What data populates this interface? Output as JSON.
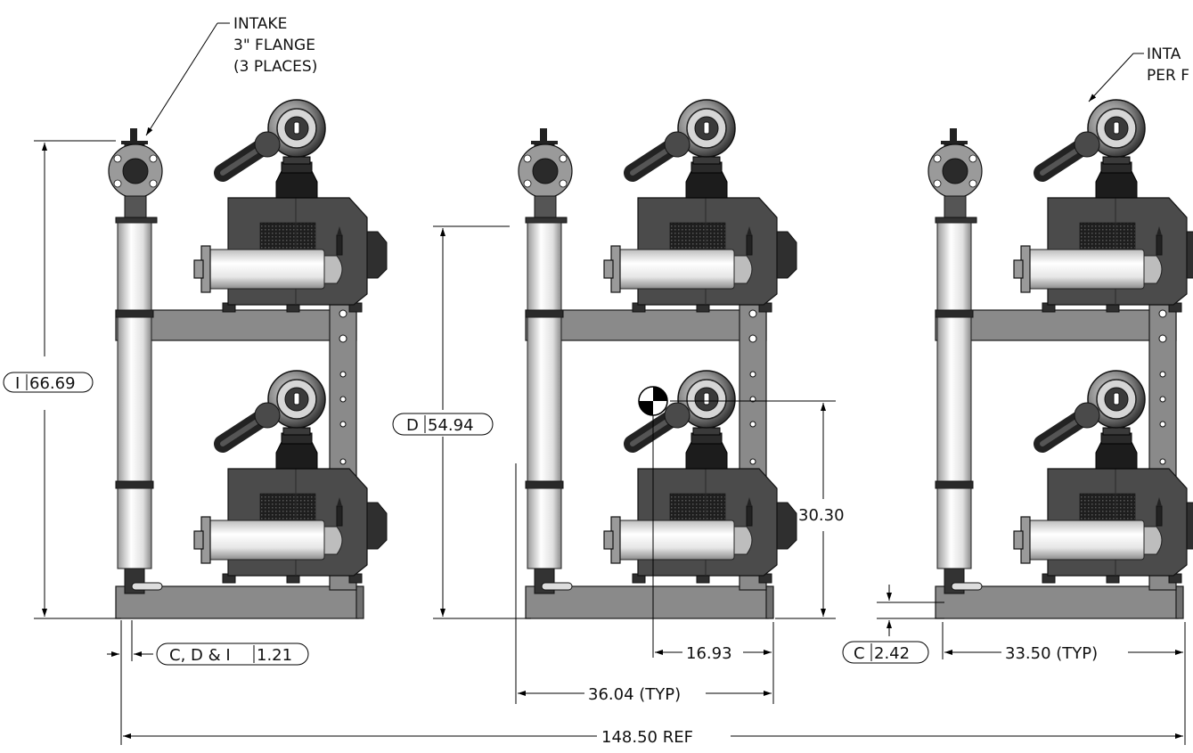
{
  "notes": {
    "intake_left": [
      "INTAKE",
      "3\" FLANGE",
      "(3 PLACES)"
    ],
    "intake_right": [
      "INTA",
      "PER F"
    ]
  },
  "dimensions": {
    "height_i": {
      "tag": "I",
      "value": "66.69"
    },
    "height_d": {
      "tag": "D",
      "value": "54.94"
    },
    "cg_height": "30.30",
    "cg_offset": "16.93",
    "offset_cdi": {
      "tag": "C, D & I",
      "value": "1.21"
    },
    "offset_c": {
      "tag": "C",
      "value": "2.42"
    },
    "frame_width": "36.04 (TYP)",
    "frame_width_inner": "33.50 (TYP)",
    "overall": "148.50 REF"
  },
  "colors": {
    "frame": "#8a8a8a",
    "motor": "#4b4b4b",
    "line": "#000000"
  }
}
